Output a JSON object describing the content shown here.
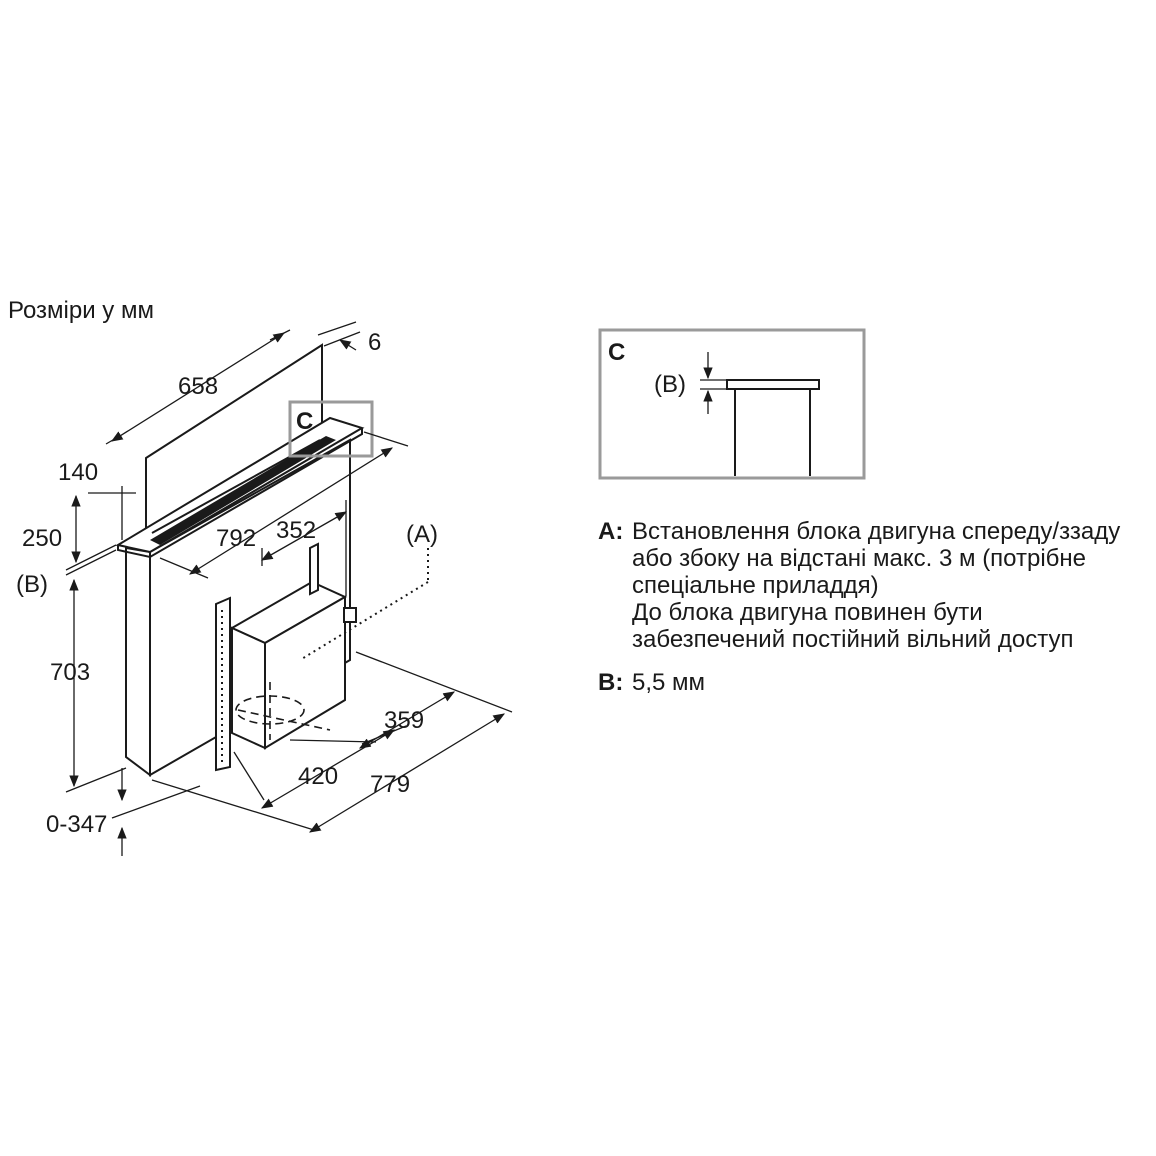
{
  "title": "Розміри у мм",
  "dimensions": {
    "d6": "6",
    "d658": "658",
    "d140": "140",
    "d250": "250",
    "b_label": "(B)",
    "d703": "703",
    "d0_347": "0-347",
    "d792": "792",
    "d352": "352",
    "a_label": "(A)",
    "c_label": "C",
    "d359": "359",
    "d420": "420",
    "d779": "779"
  },
  "detail": {
    "c_label": "C",
    "b_label": "(B)"
  },
  "legend": {
    "a_key": "A:",
    "a_text": "Встановлення блока двигуна спереду/ззаду або збоку на відстані макс. 3 м (потрібне спеціальне приладдя)",
    "a_text2": "До блока двигуна повинен бути забезпечений постійний вільний доступ",
    "b_key": "B:",
    "b_text": "5,5 мм"
  }
}
